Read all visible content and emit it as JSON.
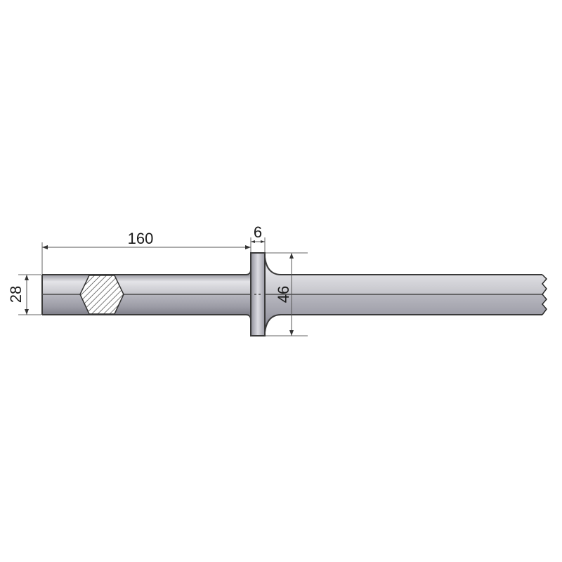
{
  "drawing": {
    "type": "technical-drawing",
    "subject": "hex-shank chisel / drill rod with collar",
    "dimensions": {
      "shank_length": "160",
      "collar_width": "6",
      "shank_width": "28",
      "collar_diameter": "46"
    },
    "colors": {
      "background": "#ffffff",
      "outline": "#3a3a3a",
      "body_light": "#e6e6ea",
      "body_dark": "#8c8c96",
      "dimension_line": "#555555",
      "hatch": "#333333"
    }
  }
}
